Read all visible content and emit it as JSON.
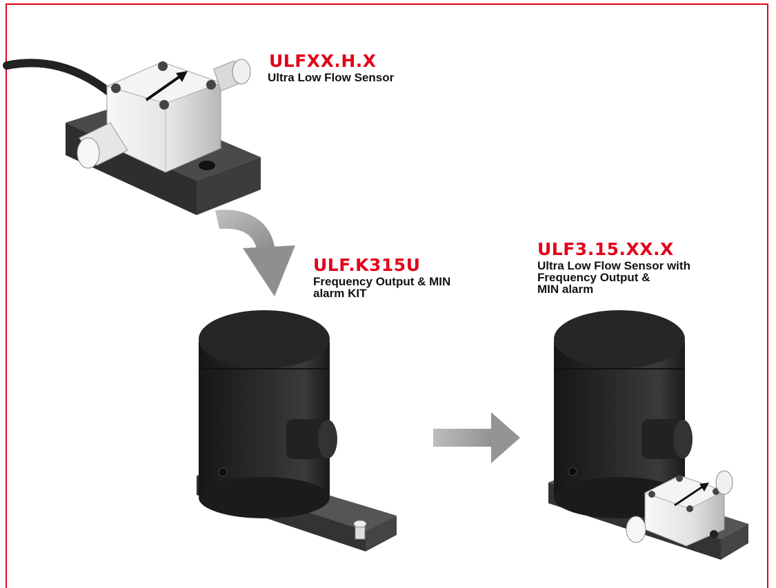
{
  "products": [
    {
      "code": "ULFXX.H.X",
      "description_lines": [
        "Ultra Low Flow Sensor"
      ]
    },
    {
      "code": "ULF.K315U",
      "description_lines": [
        "Frequency Output & MIN",
        "alarm KIT"
      ]
    },
    {
      "code": "ULF3.15.XX.X",
      "description_lines": [
        "Ultra Low Flow Sensor with",
        "Frequency Output &",
        "MIN alarm"
      ]
    }
  ],
  "colors": {
    "frame": "#e3001b",
    "code_text": "#e3001b",
    "description_text": "#111111",
    "arrow": "#9a9a9a",
    "block": "#3a3a3a",
    "housing": "#1e1e1e",
    "sensor_body": "#e8e8e8"
  },
  "icons": [
    "curved-arrow-down",
    "arrow-right"
  ]
}
